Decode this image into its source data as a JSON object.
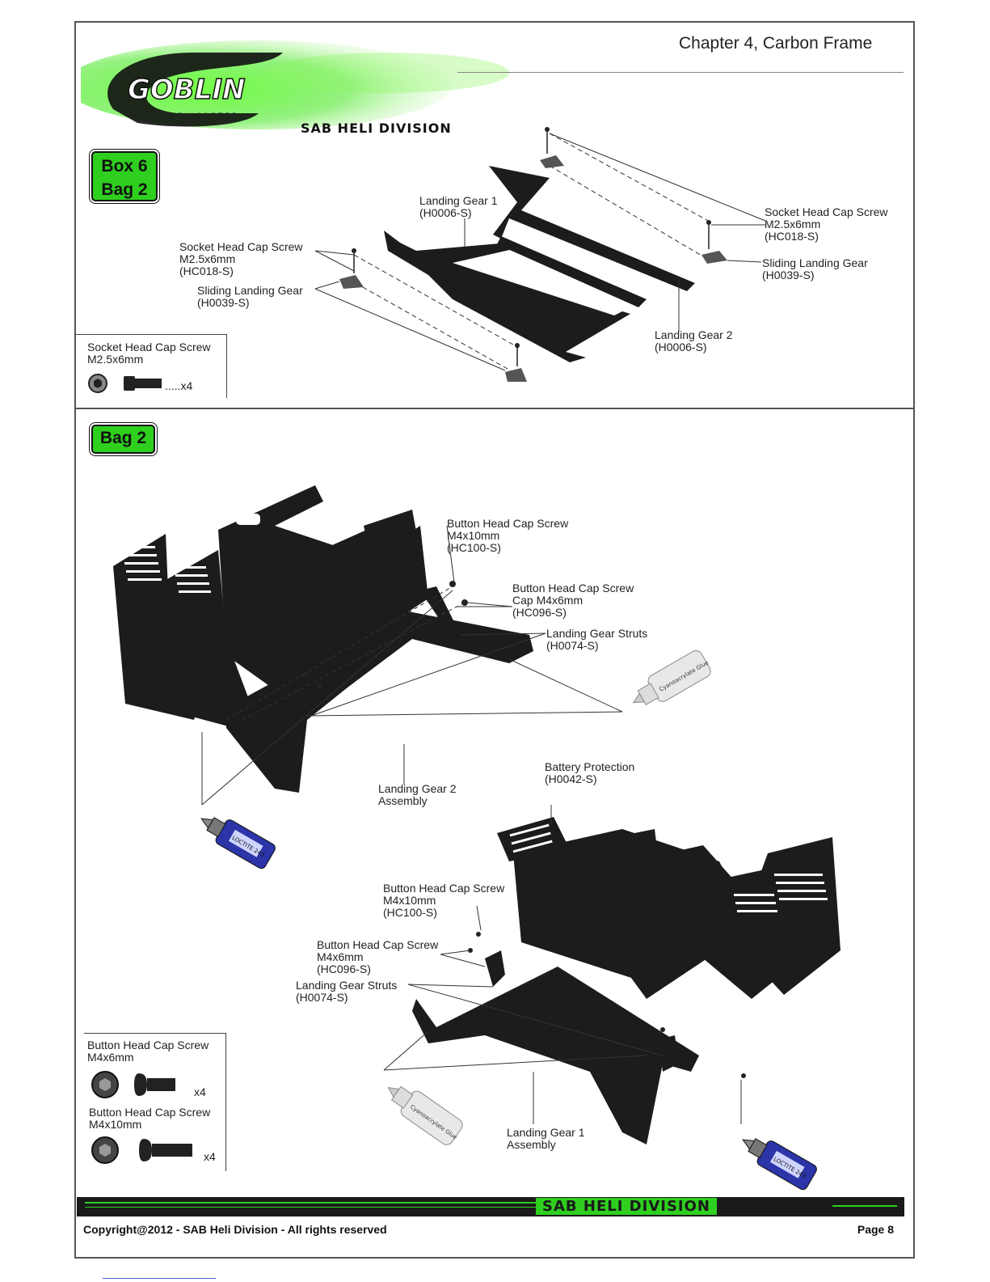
{
  "header": {
    "chapter_title": "Chapter 4, Carbon Frame",
    "logo_text": "GOBLIN",
    "logo_subtext": "HELICOPTER",
    "division_text": "SAB HELI DIVISION"
  },
  "section1": {
    "tag_line1": "Box 6",
    "tag_line2": "Bag 2",
    "labels": {
      "landing_gear_1": [
        "Landing Gear 1",
        "(H0006-S)"
      ],
      "screw_right": [
        "Socket  Head Cap Screw",
        "M2.5x6mm",
        "(HC018-S)"
      ],
      "sliding_right": [
        "Sliding Landing Gear",
        "(H0039-S)"
      ],
      "screw_left": [
        "Socket  Head Cap Screw",
        "M2.5x6mm",
        "(HC018-S)"
      ],
      "sliding_left": [
        "Sliding Landing Gear",
        "(H0039-S)"
      ],
      "landing_gear_2": [
        "Landing Gear 2",
        "(H0006-S)"
      ]
    },
    "parts": {
      "name": "Socket  Head Cap Screw",
      "size": "M2.5x6mm",
      "qty": ".....x4"
    }
  },
  "section2": {
    "tag": "Bag 2",
    "labels": {
      "a_bhcs_10": [
        "Button Head  Cap Screw",
        "M4x10mm",
        "(HC100-S)"
      ],
      "a_bhcs_6": [
        "Button Head  Cap Screw",
        "Cap M4x6mm",
        "(HC096-S)"
      ],
      "a_struts": [
        "Landing Gear Struts",
        "(H0074-S)"
      ],
      "a_glue": "Cyanoacrylate Glue",
      "a_assembly": [
        "Landing Gear 2",
        "Assembly"
      ],
      "a_loctite": "LOCTITE 243",
      "b_battery": [
        "Battery Protection",
        "(H0042-S)"
      ],
      "b_bhcs_10": [
        "Button Head  Cap Screw",
        "M4x10mm",
        "(HC100-S)"
      ],
      "b_bhcs_6": [
        "Button Head  Cap Screw",
        "M4x6mm",
        "(HC096-S)"
      ],
      "b_struts": [
        "Landing Gear Struts",
        "(H0074-S)"
      ],
      "b_glue": "Cyanoacrylate Glue",
      "b_assembly": [
        "Landing Gear 1",
        "Assembly"
      ],
      "b_loctite": "LOCTITE 243"
    },
    "parts": [
      {
        "name": "Button Head  Cap Screw",
        "size": "M4x6mm",
        "qty": "x4"
      },
      {
        "name": "Button Head  Cap Screw",
        "size": "M4x10mm",
        "qty": "x4"
      }
    ]
  },
  "footer": {
    "banner": "SAB HELI DIVISION",
    "copyright": "Copyright@2012 - SAB Heli Division - All rights reserved",
    "page": "Page 8"
  },
  "colors": {
    "accent_green": "#2fcf1f",
    "loctite_blue": "#2b35a8",
    "frame_dark": "#1c1c1c"
  }
}
